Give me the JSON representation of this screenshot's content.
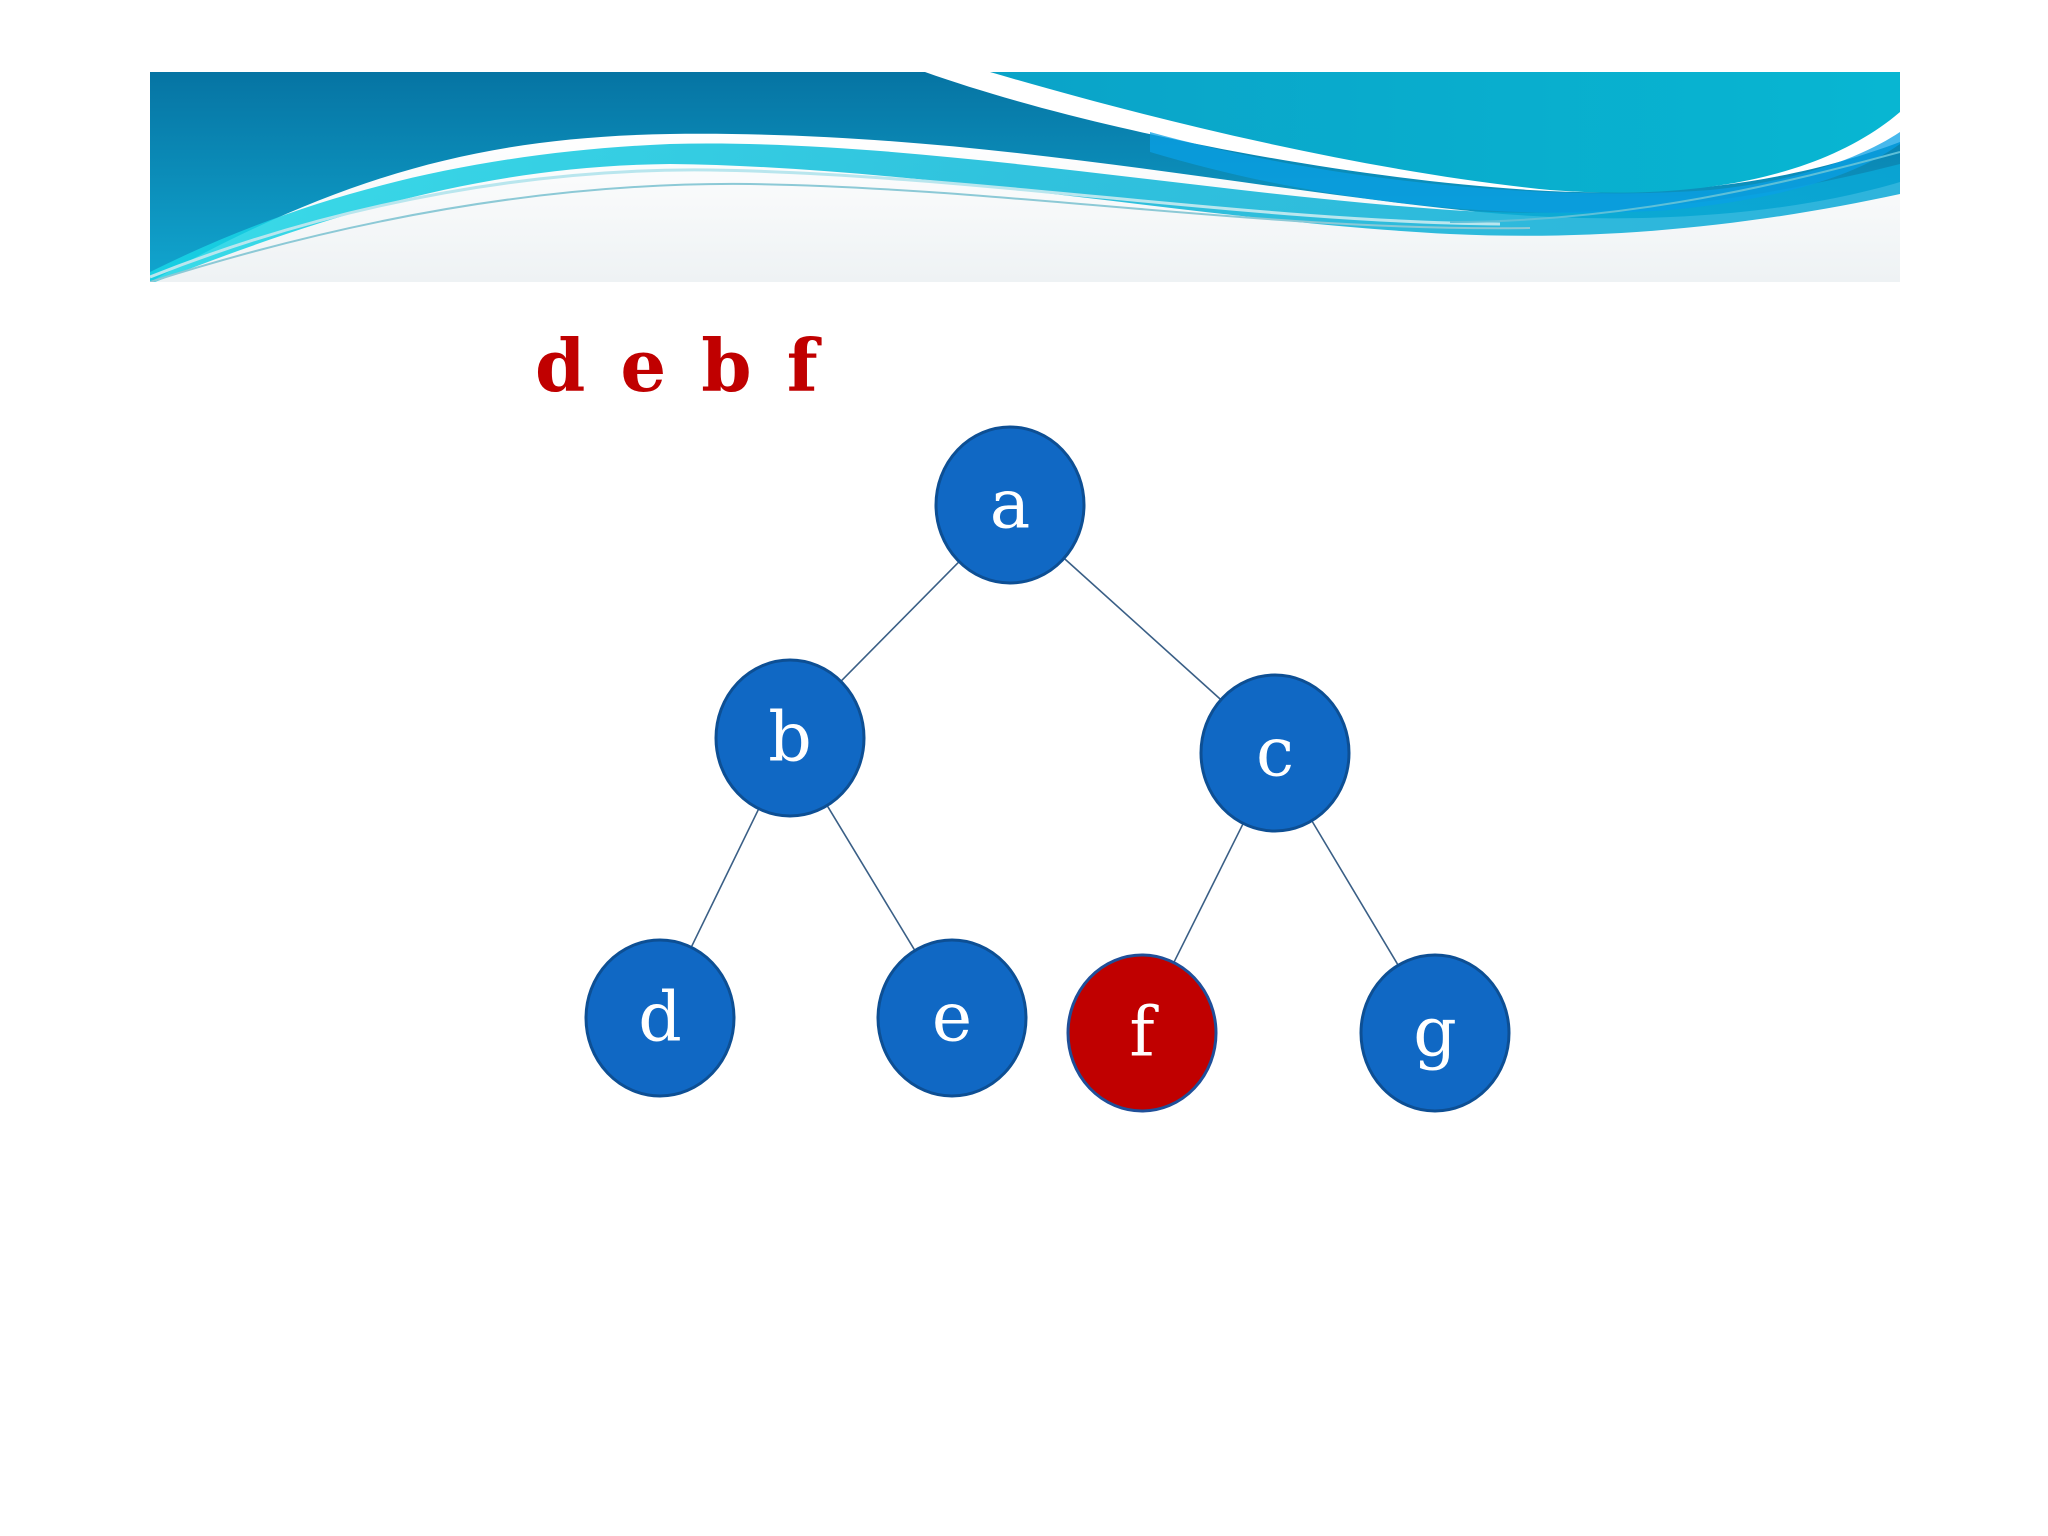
{
  "slide": {
    "traversal_text": "d e b f",
    "colors": {
      "node_fill": "#1068c4",
      "node_stroke": "#0d4f94",
      "highlight_fill": "#c00000",
      "highlight_stroke": "#1f4f99",
      "edge": "#3a5f86",
      "traversal_text": "#c00000"
    }
  },
  "tree": {
    "nodes": [
      {
        "id": "a",
        "label": "a",
        "highlighted": false
      },
      {
        "id": "b",
        "label": "b",
        "highlighted": false
      },
      {
        "id": "c",
        "label": "c",
        "highlighted": false
      },
      {
        "id": "d",
        "label": "d",
        "highlighted": false
      },
      {
        "id": "e",
        "label": "e",
        "highlighted": false
      },
      {
        "id": "f",
        "label": "f",
        "highlighted": true
      },
      {
        "id": "g",
        "label": "g",
        "highlighted": false
      }
    ],
    "edges": [
      {
        "from": "a",
        "to": "b"
      },
      {
        "from": "a",
        "to": "c"
      },
      {
        "from": "b",
        "to": "d"
      },
      {
        "from": "b",
        "to": "e"
      },
      {
        "from": "c",
        "to": "f"
      },
      {
        "from": "c",
        "to": "g"
      }
    ]
  }
}
